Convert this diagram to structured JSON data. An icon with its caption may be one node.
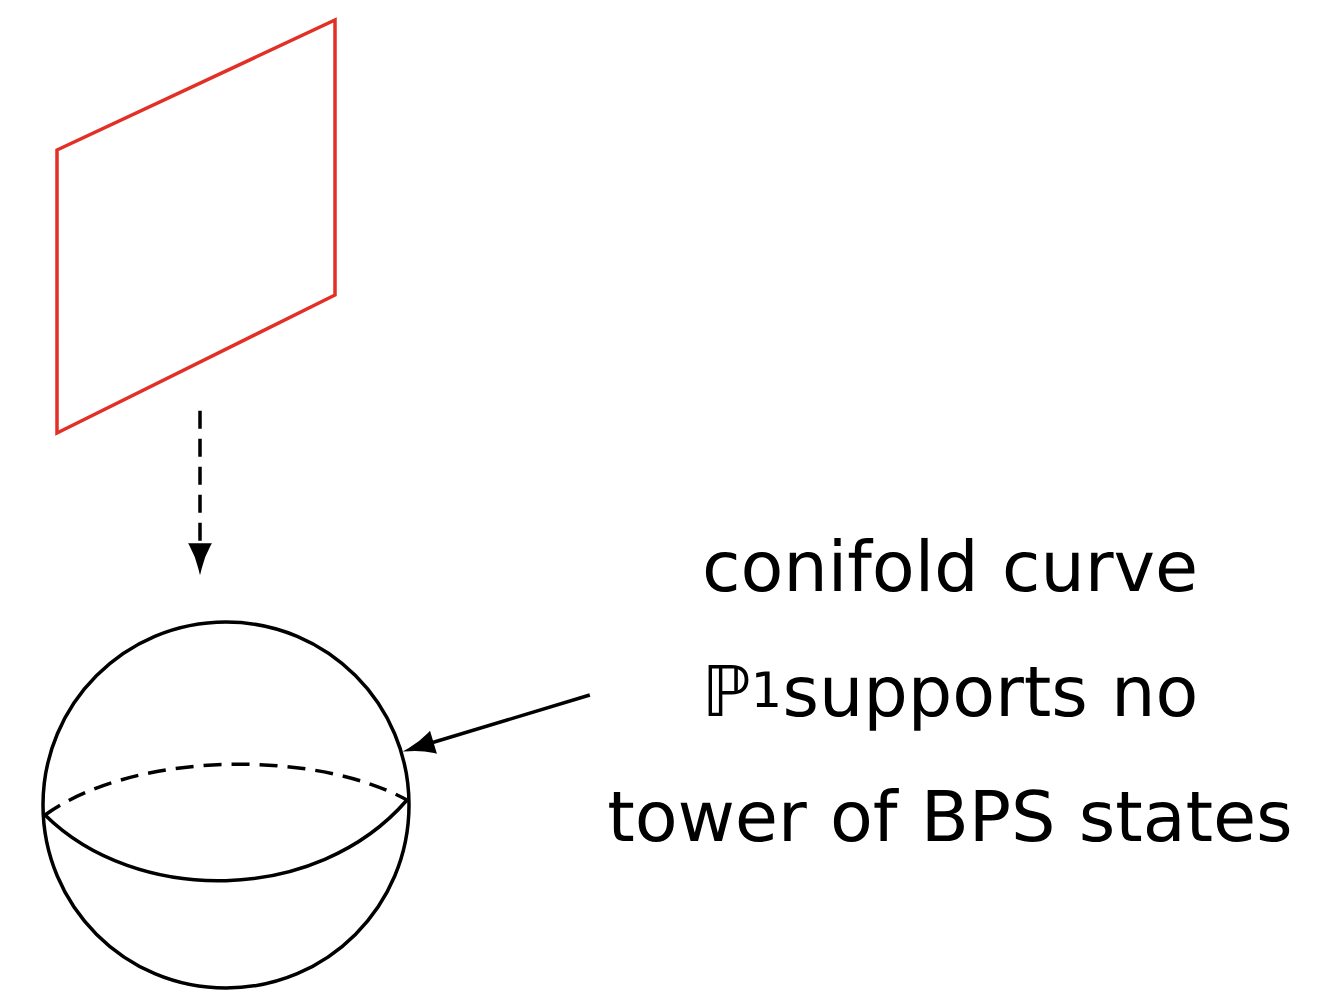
{
  "diagram": {
    "nodes": [
      {
        "text": [],
        "shape": "parallelogram"
      },
      {
        "text": [],
        "shape": "circle"
      },
      {
        "text": [
          "conifold curve ℙ$^{1}$supports no tower of BPS states"
        ]
      }
    ],
    "edges": [
      {
        "from": 0,
        "to": 1,
        "arrow": "to",
        "style": "dashed"
      },
      {
        "from": 2,
        "to": 1,
        "arrow": "to"
      }
    ]
  }
}
